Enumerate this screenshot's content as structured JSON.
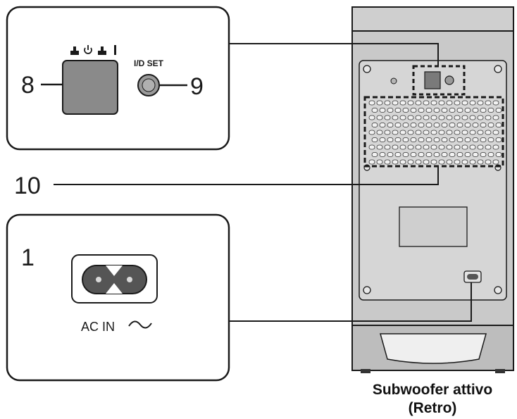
{
  "callouts": {
    "power_switch": "8",
    "id_set_button": "9",
    "vent_grille": "10",
    "ac_inlet": "1"
  },
  "labels": {
    "id_set": "I/D SET",
    "ac_in": "AC IN",
    "caption_line1": "Subwoofer attivo",
    "caption_line2": "(Retro)"
  },
  "icons": {
    "power_switch_markings": "standby-power-icon",
    "ac_symbol": "tilde-ac-icon"
  },
  "colors": {
    "line": "#1a1a1a",
    "switch_fill": "#8a8a8a",
    "panel_fill": "#d9d9d9",
    "body_fill": "#c8c8c8"
  }
}
